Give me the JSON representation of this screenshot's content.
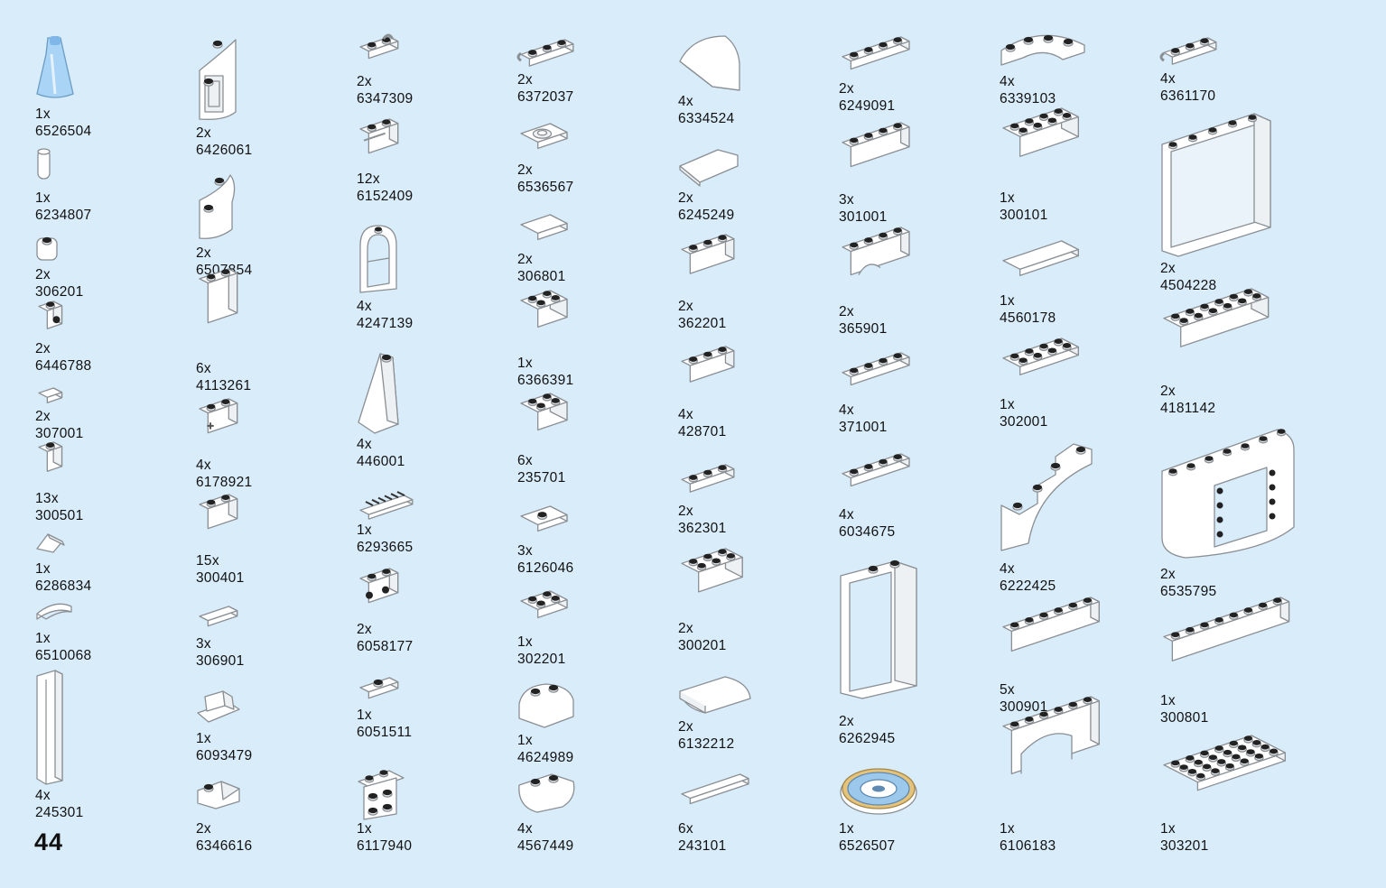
{
  "page_number": "44",
  "colors": {
    "background": "#d9ecf9",
    "brick": "#ffffff",
    "outline": "#8a8f94",
    "stud_dark": "#222222",
    "text": "#111111"
  },
  "columns": [
    [
      {
        "qty": "1x",
        "id": "6526504",
        "icon": "dress-piece"
      },
      {
        "qty": "1x",
        "id": "6234807",
        "icon": "round-bar"
      },
      {
        "qty": "2x",
        "id": "306201",
        "icon": "round-brick"
      },
      {
        "qty": "2x",
        "id": "6446788",
        "icon": "brick-with-stud-side"
      },
      {
        "qty": "2x",
        "id": "307001",
        "icon": "tile-1x1"
      },
      {
        "qty": "13x",
        "id": "300501",
        "icon": "brick-1x1"
      },
      {
        "qty": "1x",
        "id": "6286834",
        "icon": "slope-small"
      },
      {
        "qty": "1x",
        "id": "6510068",
        "icon": "half-round-tile"
      },
      {
        "qty": "4x",
        "id": "245301",
        "icon": "tall-column"
      }
    ],
    [
      {
        "qty": "2x",
        "id": "6426061",
        "icon": "curved-wall-panel"
      },
      {
        "qty": "2x",
        "id": "6507854",
        "icon": "curved-wall"
      },
      {
        "qty": "6x",
        "id": "4113261",
        "icon": "tall-brick-1x2"
      },
      {
        "qty": "4x",
        "id": "6178921",
        "icon": "technic-brick"
      },
      {
        "qty": "15x",
        "id": "300401",
        "icon": "brick-1x2"
      },
      {
        "qty": "3x",
        "id": "306901",
        "icon": "tile-1x2"
      },
      {
        "qty": "1x",
        "id": "6093479",
        "icon": "bracket-plate"
      },
      {
        "qty": "2x",
        "id": "6346616",
        "icon": "slope-cheese"
      }
    ],
    [
      {
        "qty": "2x",
        "id": "6347309",
        "icon": "plate-clip"
      },
      {
        "qty": "12x",
        "id": "6152409",
        "icon": "brick-with-groove"
      },
      {
        "qty": "4x",
        "id": "4247139",
        "icon": "arched-window"
      },
      {
        "qty": "4x",
        "id": "446001",
        "icon": "tall-slope"
      },
      {
        "qty": "1x",
        "id": "6293665",
        "icon": "grille-tile"
      },
      {
        "qty": "2x",
        "id": "6058177",
        "icon": "brick-side-studs"
      },
      {
        "qty": "1x",
        "id": "6051511",
        "icon": "jumper-plate"
      },
      {
        "qty": "1x",
        "id": "6117940",
        "icon": "bracket-2x2"
      }
    ],
    [
      {
        "qty": "2x",
        "id": "6372037",
        "icon": "plate-with-clip"
      },
      {
        "qty": "2x",
        "id": "6536567",
        "icon": "round-tile-plate"
      },
      {
        "qty": "2x",
        "id": "306801",
        "icon": "tile-2x2"
      },
      {
        "qty": "1x",
        "id": "6366391",
        "icon": "inverted-slope"
      },
      {
        "qty": "6x",
        "id": "235701",
        "icon": "corner-brick"
      },
      {
        "qty": "3x",
        "id": "6126046",
        "icon": "jumper-2x2"
      },
      {
        "qty": "1x",
        "id": "302201",
        "icon": "plate-2x2"
      },
      {
        "qty": "1x",
        "id": "4624989",
        "icon": "curved-brick"
      },
      {
        "qty": "4x",
        "id": "4567449",
        "icon": "curved-brick-round"
      }
    ],
    [
      {
        "qty": "4x",
        "id": "6334524",
        "icon": "curved-slope"
      },
      {
        "qty": "2x",
        "id": "6245249",
        "icon": "wedge-tile"
      },
      {
        "qty": "2x",
        "id": "362201",
        "icon": "brick-1x3"
      },
      {
        "qty": "4x",
        "id": "428701",
        "icon": "slope-inverted-1x3"
      },
      {
        "qty": "2x",
        "id": "362301",
        "icon": "plate-1x3"
      },
      {
        "qty": "2x",
        "id": "300201",
        "icon": "brick-2x3"
      },
      {
        "qty": "2x",
        "id": "6132212",
        "icon": "curved-slope-2x3"
      },
      {
        "qty": "6x",
        "id": "243101",
        "icon": "tile-1x4"
      }
    ],
    [
      {
        "qty": "2x",
        "id": "6249091",
        "icon": "plate-1x4-ends"
      },
      {
        "qty": "3x",
        "id": "301001",
        "icon": "brick-1x4"
      },
      {
        "qty": "2x",
        "id": "365901",
        "icon": "arch-1x4"
      },
      {
        "qty": "4x",
        "id": "371001",
        "icon": "plate-1x4"
      },
      {
        "qty": "4x",
        "id": "6034675",
        "icon": "plate-wing"
      },
      {
        "qty": "2x",
        "id": "6262945",
        "icon": "door-frame"
      },
      {
        "qty": "1x",
        "id": "6526507",
        "icon": "printed-round-tile"
      }
    ],
    [
      {
        "qty": "4x",
        "id": "6339103",
        "icon": "curved-plate"
      },
      {
        "qty": "1x",
        "id": "300101",
        "icon": "brick-2x4"
      },
      {
        "qty": "1x",
        "id": "4560178",
        "icon": "tile-2x4"
      },
      {
        "qty": "1x",
        "id": "302001",
        "icon": "plate-2x4"
      },
      {
        "qty": "4x",
        "id": "6222425",
        "icon": "stepped-arch"
      },
      {
        "qty": "5x",
        "id": "300901",
        "icon": "brick-1x6"
      },
      {
        "qty": "1x",
        "id": "6106183",
        "icon": "arch-1x6"
      }
    ],
    [
      {
        "qty": "4x",
        "id": "6361170",
        "icon": "plate-with-clip-small"
      },
      {
        "qty": "2x",
        "id": "4504228",
        "icon": "window-panel"
      },
      {
        "qty": "2x",
        "id": "4181142",
        "icon": "brick-2x6"
      },
      {
        "qty": "2x",
        "id": "6535795",
        "icon": "rounded-wall-panel"
      },
      {
        "qty": "1x",
        "id": "300801",
        "icon": "brick-1x8"
      },
      {
        "qty": "1x",
        "id": "303201",
        "icon": "plate-4x6"
      }
    ]
  ]
}
